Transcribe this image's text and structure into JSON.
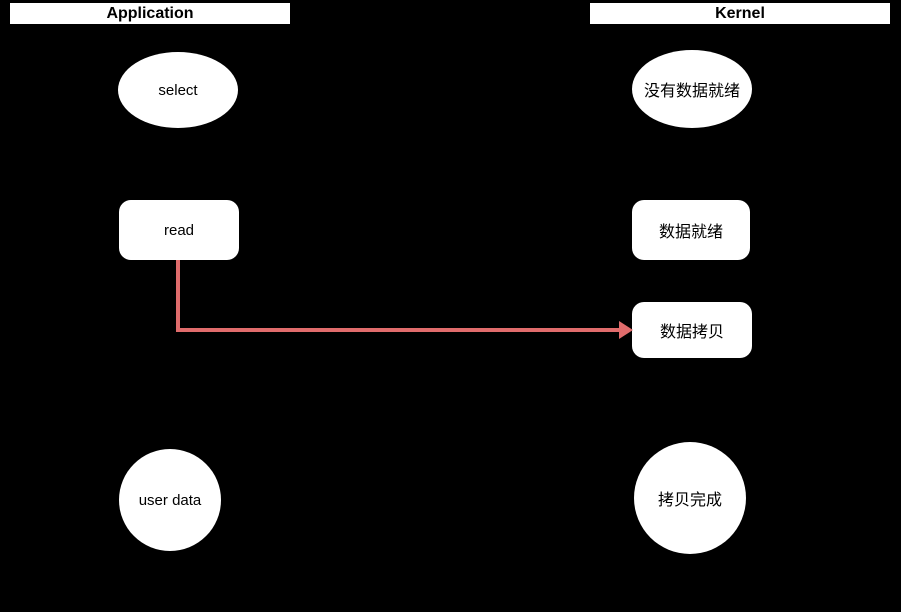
{
  "diagram": {
    "type": "flow-diagram",
    "columns": [
      {
        "header": "Application",
        "nodes": [
          {
            "id": "select",
            "label": "select",
            "shape": "ellipse"
          },
          {
            "id": "read",
            "label": "read",
            "shape": "rounded-rect"
          },
          {
            "id": "user-data",
            "label": "user data",
            "shape": "circle"
          }
        ]
      },
      {
        "header": "Kernel",
        "nodes": [
          {
            "id": "no-data-ready",
            "label": "没有数据就绪",
            "shape": "ellipse"
          },
          {
            "id": "data-ready",
            "label": "数据就绪",
            "shape": "rounded-rect"
          },
          {
            "id": "data-copy",
            "label": "数据拷贝",
            "shape": "rounded-rect"
          },
          {
            "id": "copy-complete",
            "label": "拷贝完成",
            "shape": "circle"
          }
        ]
      }
    ],
    "edges": [
      {
        "from": "read",
        "to": "data-copy",
        "style": "elbow-down-then-right",
        "arrowhead": "right",
        "color": "#E06C6C"
      }
    ],
    "colors": {
      "background": "#000000",
      "node_fill": "#FFFFFF",
      "node_text": "#000000",
      "arrow": "#E06C6C"
    }
  }
}
